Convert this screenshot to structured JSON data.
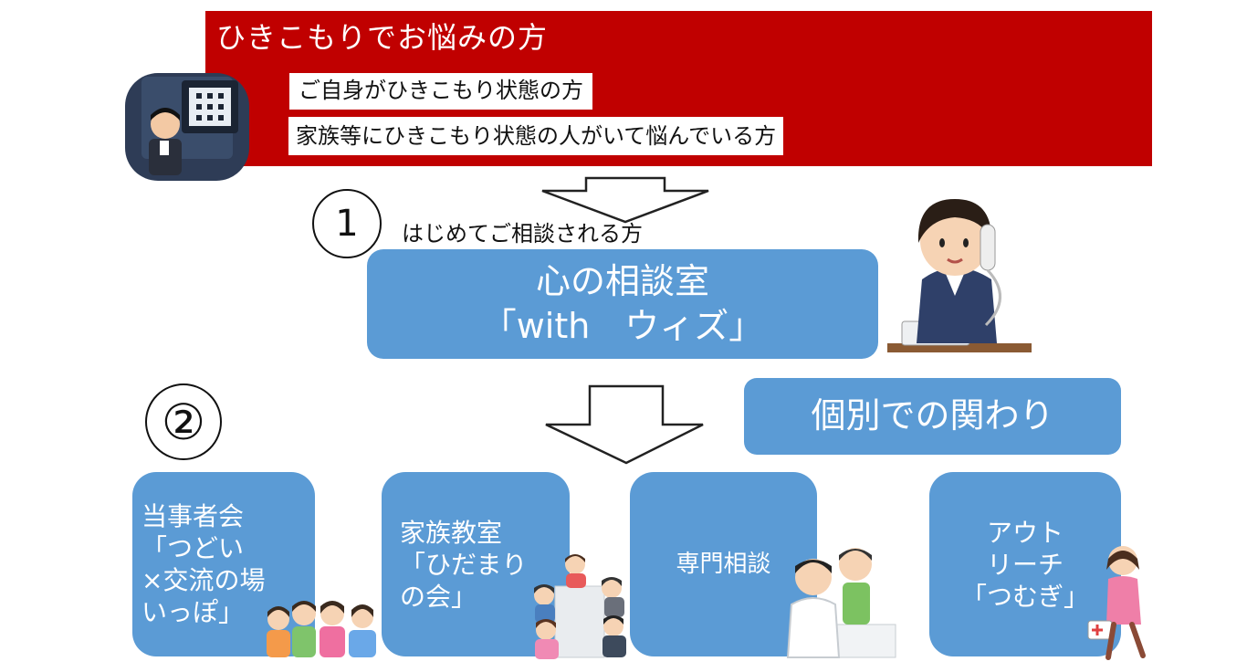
{
  "colors": {
    "header": "#c00000",
    "box": "#5b9bd5",
    "text": "#111111"
  },
  "header": {
    "title": "ひきこもりでお悩みの方",
    "sub1": "ご自身がひきこもり状態の方",
    "sub2": "家族等にひきこもり状態の人がいて悩んでいる方"
  },
  "step1": {
    "number": "1",
    "label": "はじめてご相談される方",
    "box_line1": "心の相談室",
    "box_line2": "「with　ウィズ」"
  },
  "step2": {
    "number": "②",
    "individual": "個別での関わり"
  },
  "programs": {
    "p1": [
      "当事者会",
      "「つどい",
      "×交流の場",
      "いっぽ」"
    ],
    "p2": [
      "家族教室",
      "「ひだまり",
      "の会」"
    ],
    "p3": [
      "専門相談"
    ],
    "p4": [
      "アウト",
      "リーチ",
      "「つむぎ」"
    ]
  },
  "icons": [
    "phone-booth-person-icon",
    "receptionist-phone-icon",
    "children-group-icon",
    "family-meeting-icon",
    "counselor-consultation-icon",
    "visiting-nurse-icon"
  ]
}
